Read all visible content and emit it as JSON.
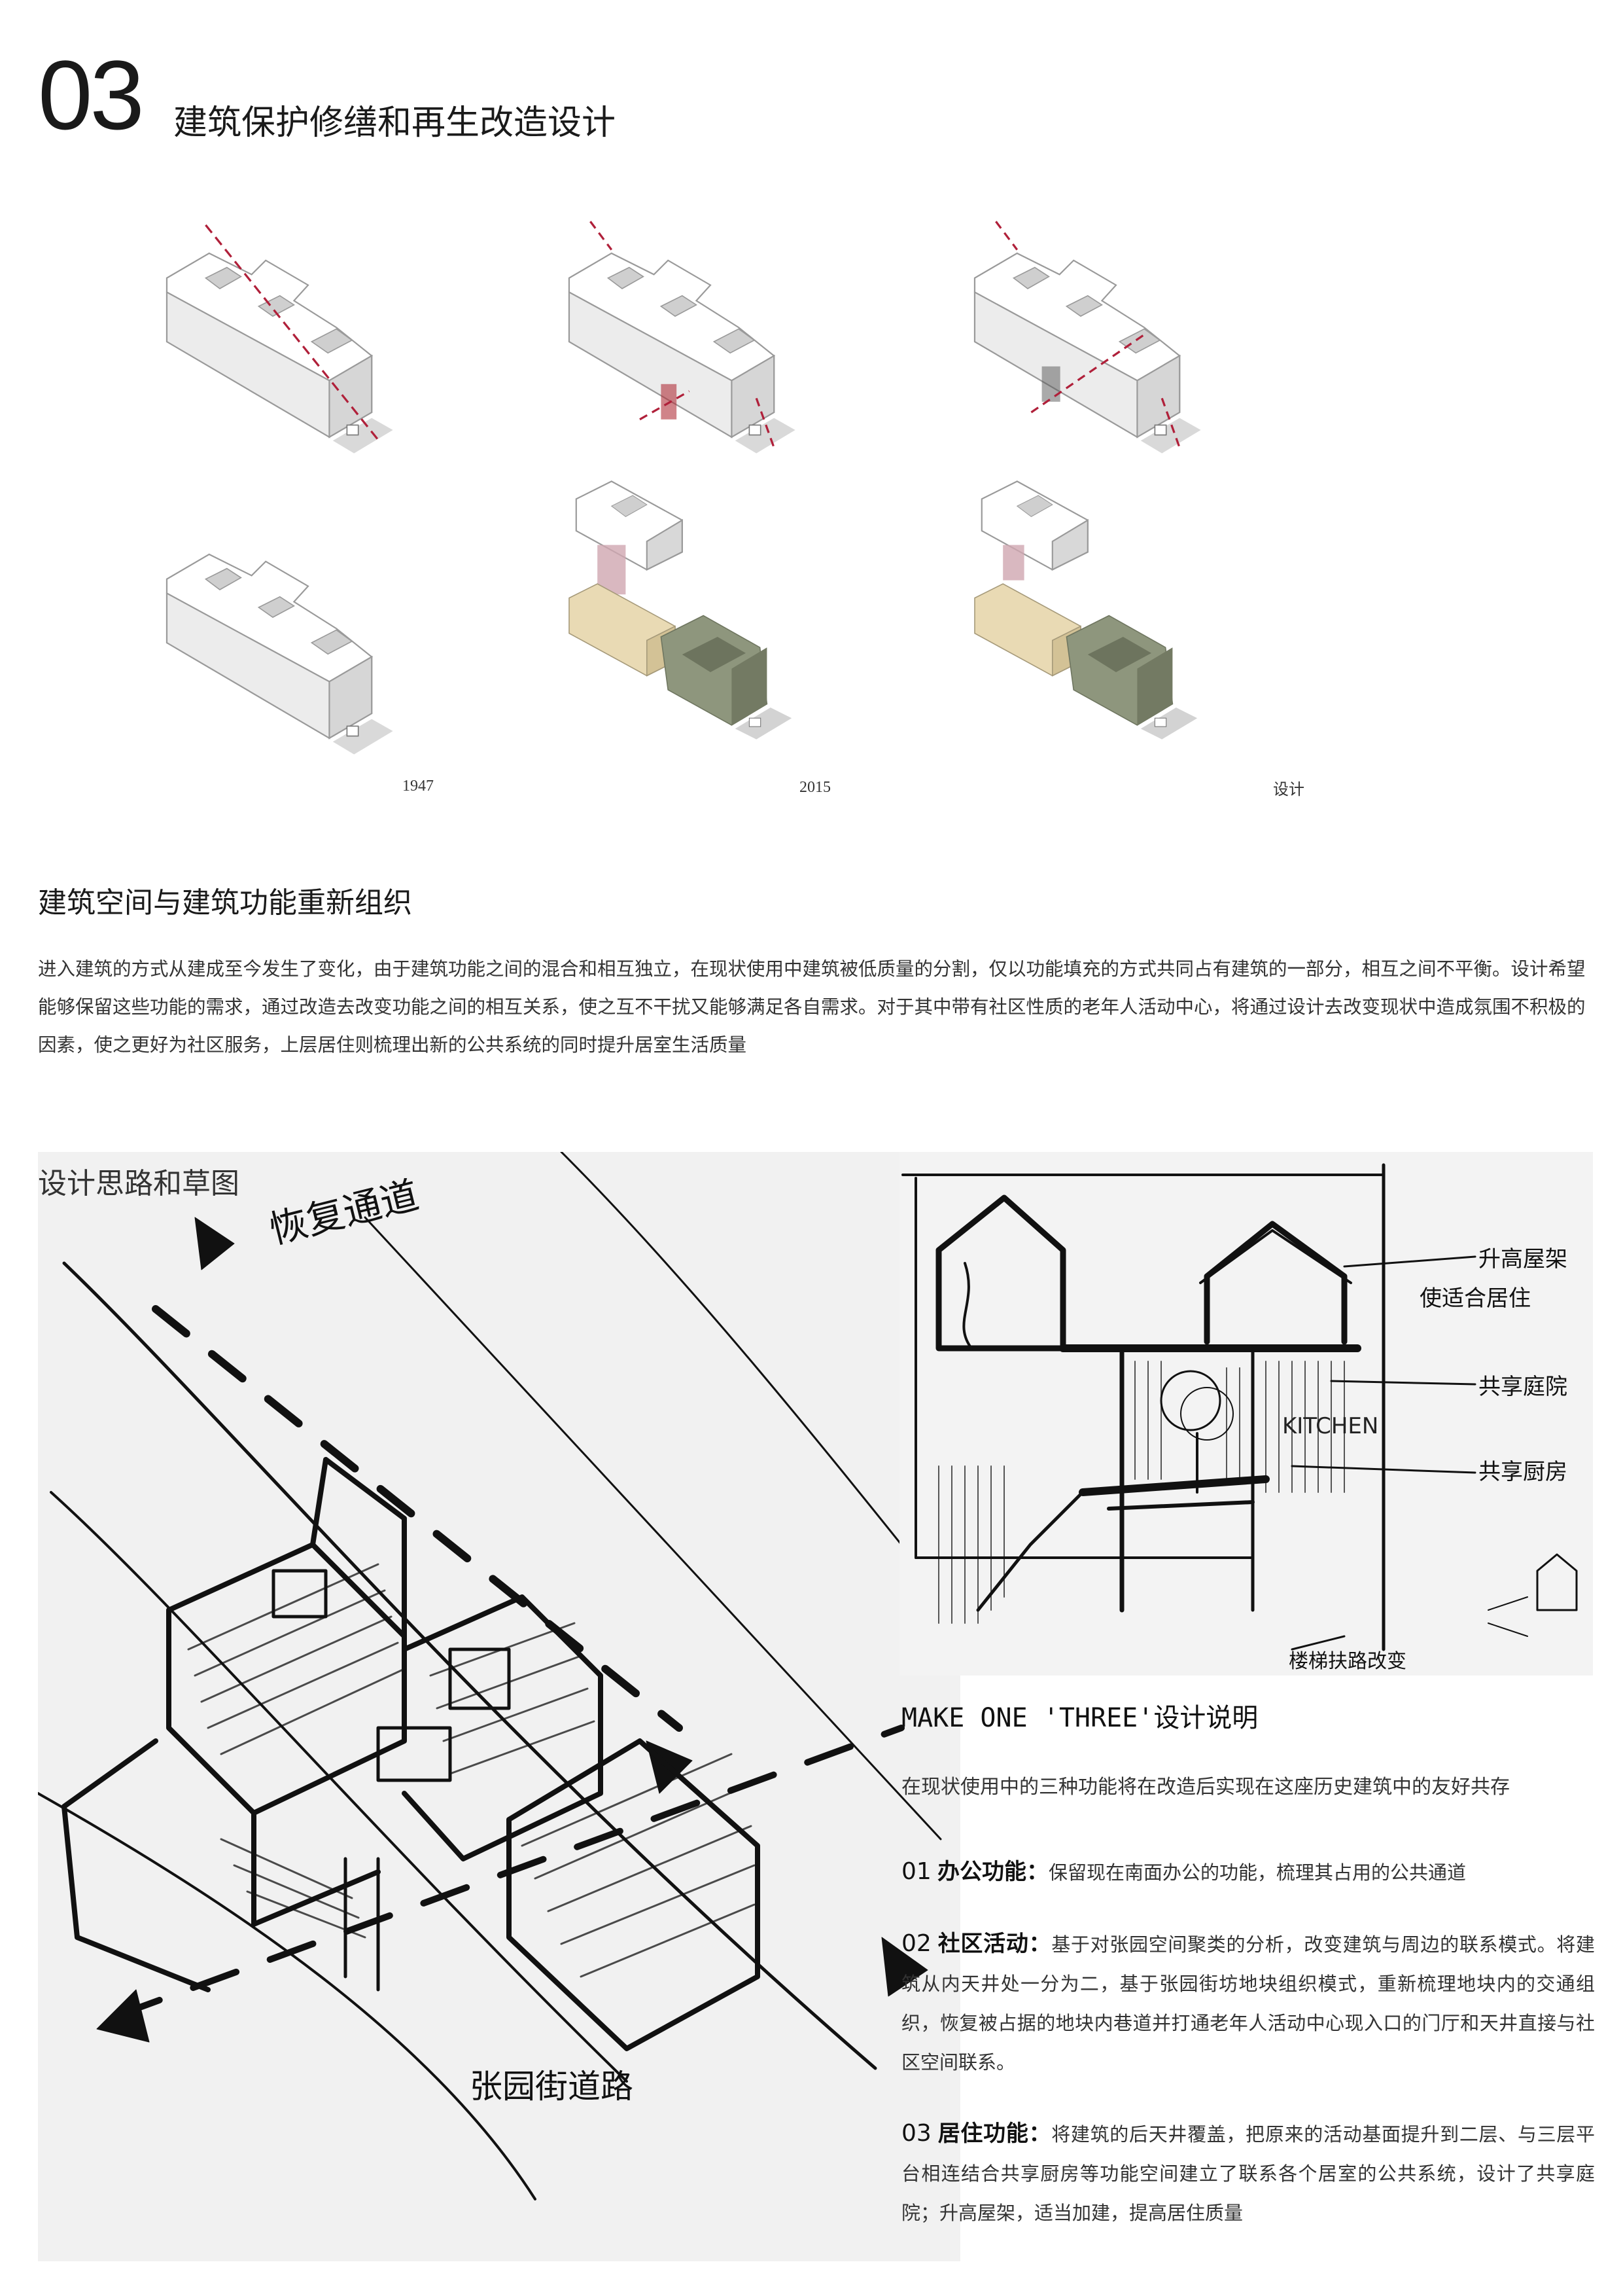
{
  "section": {
    "number": "03",
    "title": "建筑保护修缮和再生改造设计"
  },
  "diagrams": {
    "labels": [
      "1947",
      "2015",
      "设计"
    ]
  },
  "reorg": {
    "heading": "建筑空间与建筑功能重新组织",
    "paragraph": "进入建筑的方式从建成至今发生了变化，由于建筑功能之间的混合和相互独立，在现状使用中建筑被低质量的分割，仅以功能填充的方式共同占有建筑的一部分，相互之间不平衡。设计希望能够保留这些功能的需求，通过改造去改变功能之间的相互关系，使之互不干扰又能够满足各自需求。对于其中带有社区性质的老年人活动中心，将通过设计去改变现状中造成氛围不积极的因素，使之更好为社区服务，上层居住则梳理出新的公共系统的同时提升居室生活质量"
  },
  "sketch": {
    "label": "设计思路和草图",
    "annotations_left": [
      "恢复通道",
      "张园街道路"
    ],
    "annotations_right": [
      "升高屋架",
      "使适合居住",
      "共享庭院",
      "KITCHEN",
      "共享厨房",
      "楼梯扶路改变"
    ]
  },
  "make": {
    "title_en": "MAKE ONE 'THREE'",
    "title_cn": "设计说明",
    "intro": "在现状使用中的三种功能将在改造后实现在这座历史建筑中的友好共存",
    "items": [
      {
        "num": "01",
        "label": "办公功能：",
        "text": "保留现在南面办公的功能，梳理其占用的公共通道"
      },
      {
        "num": "02",
        "label": "社区活动：",
        "text": "基于对张园空间聚类的分析，改变建筑与周边的联系模式。将建筑从内天井处一分为二，基于张园街坊地块组织模式，重新梳理地块内的交通组织，恢复被占据的地块内巷道并打通老年人活动中心现入口的门厅和天井直接与社区空间联系。"
      },
      {
        "num": "03",
        "label": "居住功能：",
        "text": "将建筑的后天井覆盖，把原来的活动基面提升到二层、与三层平台相连结合共享厨房等功能空间建立了联系各个居室的公共系统，设计了共享庭院；升高屋架，适当加建，提高居住质量"
      }
    ]
  },
  "colors": {
    "mass_white": "#f4f4f4",
    "mass_shadow": "#bfbfbf",
    "accent_red": "#b0203a",
    "beige": "#e6d6ae",
    "olive": "#8d957c",
    "pink": "#cfa6b0"
  }
}
